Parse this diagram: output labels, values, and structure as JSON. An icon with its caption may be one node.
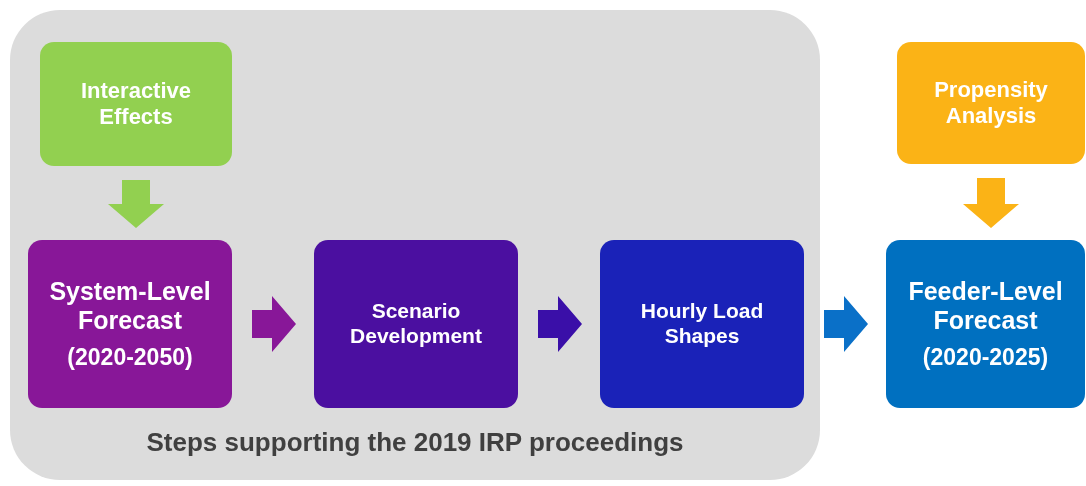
{
  "diagram": {
    "nodes": [
      {
        "text": [
          "Steps supporting the 2019 IRP proceedings"
        ]
      },
      {
        "text": [
          "Interactive Effects"
        ],
        "in": 0
      },
      {
        "text": [
          "System-Level Forecast",
          "(2020-2050)"
        ],
        "in": 0
      },
      {
        "text": [
          "Scenario Development"
        ],
        "in": 0
      },
      {
        "text": [
          "Hourly Load Shapes"
        ],
        "in": 0
      },
      {
        "text": [
          "Propensity Analysis"
        ]
      },
      {
        "text": [
          "Feeder-Level Forecast",
          "(2020-2025)"
        ]
      }
    ],
    "edges": [
      {
        "from": 1,
        "to": 2,
        "arrow": "to",
        "style": "thick",
        "color": "#92d050"
      },
      {
        "from": 2,
        "to": 3,
        "arrow": "to",
        "style": "thick",
        "color": "#881798"
      },
      {
        "from": 3,
        "to": 4,
        "arrow": "to",
        "style": "thick",
        "color": "#3a0fa8"
      },
      {
        "from": 4,
        "to": 6,
        "arrow": "to",
        "style": "thick",
        "color": "#0a70c8"
      },
      {
        "from": 5,
        "to": 6,
        "arrow": "to",
        "style": "thick",
        "color": "#fbb316"
      }
    ]
  }
}
